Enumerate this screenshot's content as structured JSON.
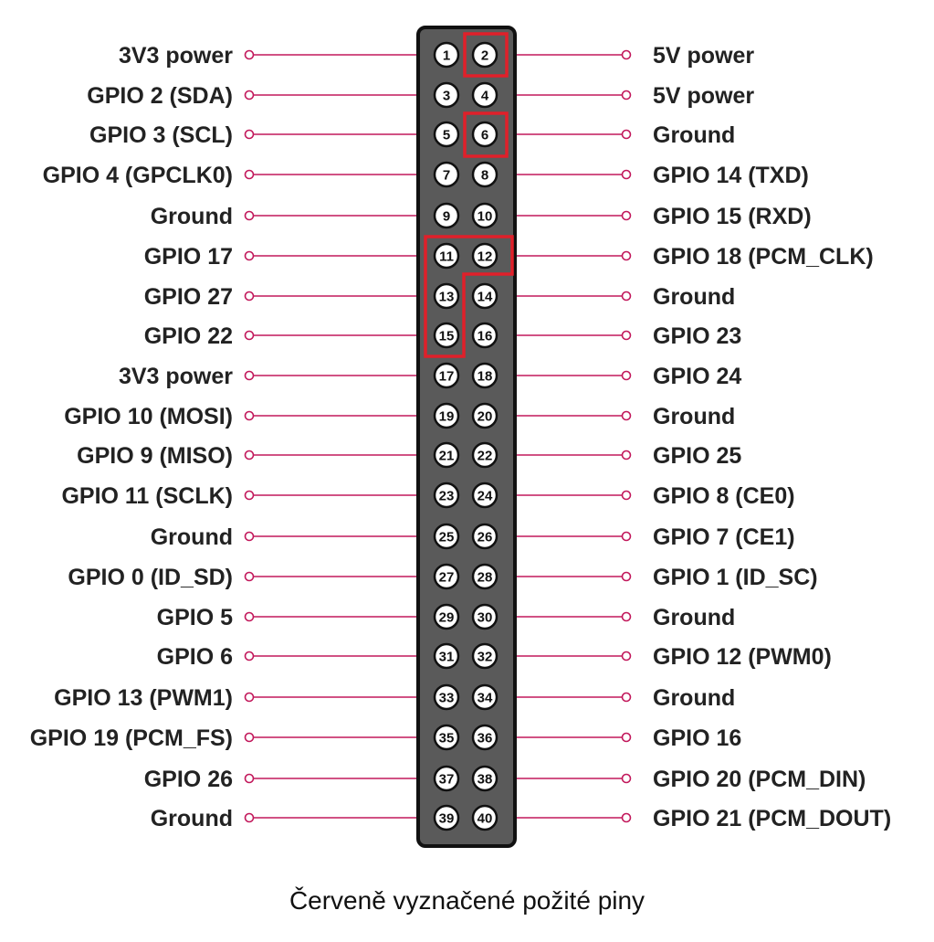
{
  "left_labels": [
    "3V3 power",
    "GPIO 2 (SDA)",
    "GPIO 3 (SCL)",
    "GPIO 4 (GPCLK0)",
    "Ground",
    "GPIO 17",
    "GPIO 27",
    "GPIO 22",
    "3V3 power",
    "GPIO 10 (MOSI)",
    "GPIO 9 (MISO)",
    "GPIO 11 (SCLK)",
    "Ground",
    "GPIO 0 (ID_SD)",
    "GPIO 5",
    "GPIO 6",
    "GPIO 13 (PWM1)",
    "GPIO 19 (PCM_FS)",
    "GPIO 26",
    "Ground"
  ],
  "right_labels": [
    "5V power",
    "5V power",
    "Ground",
    "GPIO 14 (TXD)",
    "GPIO 15 (RXD)",
    "GPIO 18 (PCM_CLK)",
    "Ground",
    "GPIO 23",
    "GPIO 24",
    "Ground",
    "GPIO 25",
    "GPIO 8 (CE0)",
    "GPIO 7 (CE1)",
    "GPIO 1 (ID_SC)",
    "Ground",
    "GPIO 12 (PWM0)",
    "Ground",
    "GPIO 16",
    "GPIO 20 (PCM_DIN)",
    "GPIO 21 (PCM_DOUT)"
  ],
  "highlighted_pins": [
    2,
    6,
    11,
    12,
    13,
    15
  ],
  "caption": "Červeně vyznačené požité piny",
  "colors": {
    "header": "#5a5a5a",
    "header_border": "#111111",
    "line": "#c2185b",
    "highlight": "#e0202a",
    "pin_fill": "#ffffff"
  }
}
